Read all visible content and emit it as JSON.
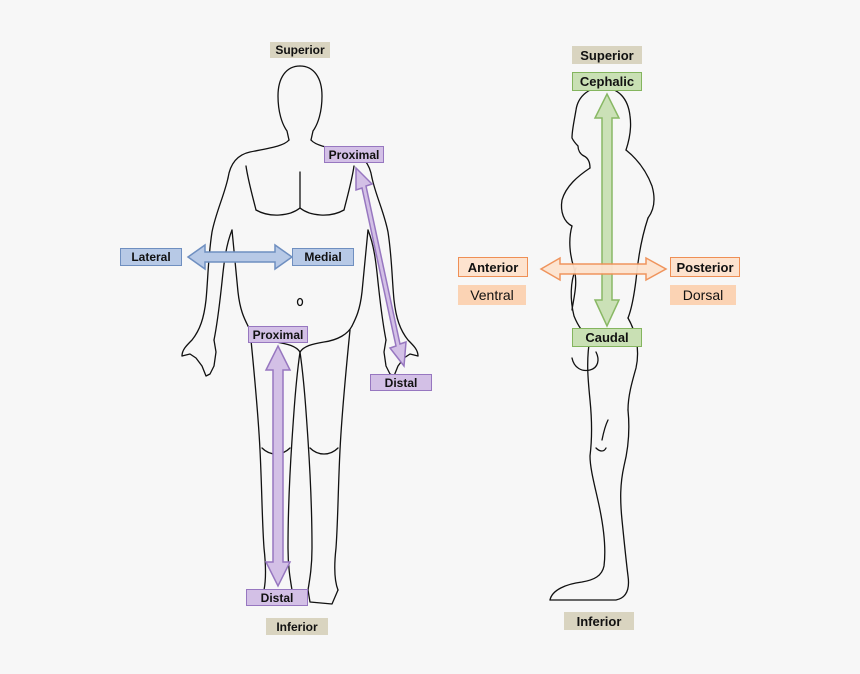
{
  "labels": {
    "front_superior": "Superior",
    "front_inferior": "Inferior",
    "lateral": "Lateral",
    "medial": "Medial",
    "proximal_arm": "Proximal",
    "distal_arm": "Distal",
    "proximal_leg": "Proximal",
    "distal_leg": "Distal",
    "side_superior": "Superior",
    "side_inferior": "Inferior",
    "cephalic": "Cephalic",
    "caudal": "Caudal",
    "anterior": "Anterior",
    "posterior": "Posterior",
    "ventral": "Ventral",
    "dorsal": "Dorsal"
  },
  "colors": {
    "outline": "#111111",
    "blue_arrow": "#6f8fc0",
    "purple_arrow": "#9777c0",
    "green_arrow": "#84b55e",
    "orange_arrow": "#ef8f55"
  }
}
